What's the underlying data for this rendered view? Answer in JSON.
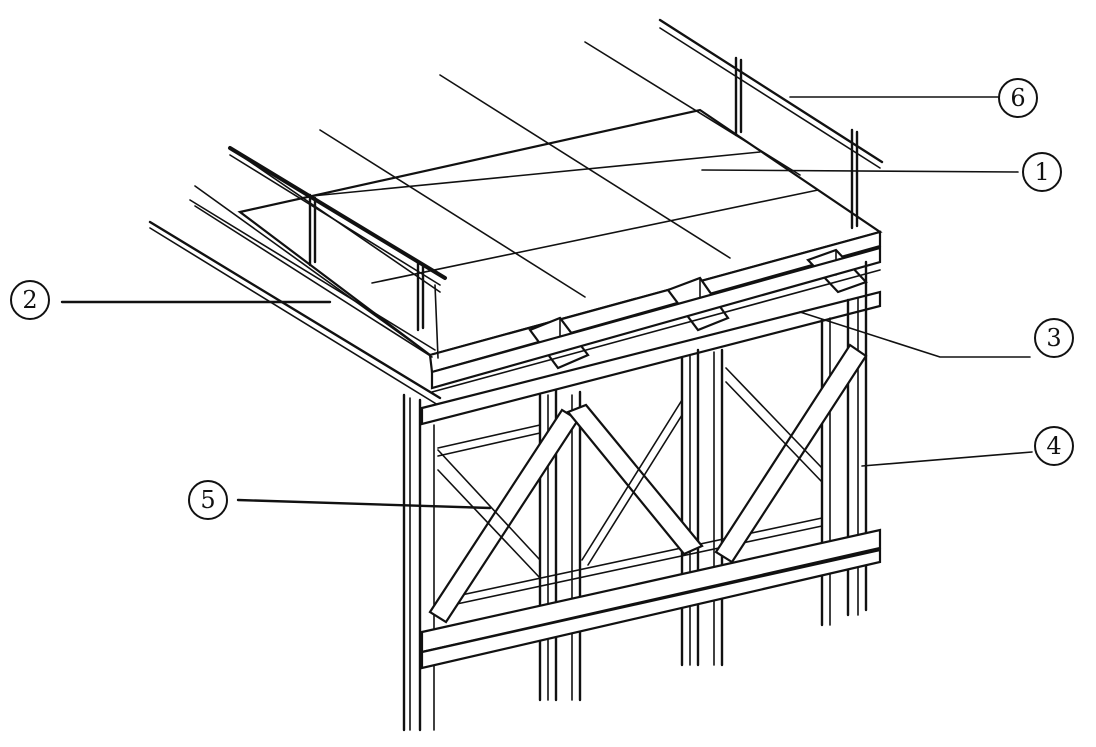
{
  "labels": {
    "c1": "1",
    "c2": "2",
    "c3": "3",
    "c4": "4",
    "c5": "5",
    "c6": "6"
  },
  "colors": {
    "ink": "#111111",
    "paper": "#ffffff"
  }
}
